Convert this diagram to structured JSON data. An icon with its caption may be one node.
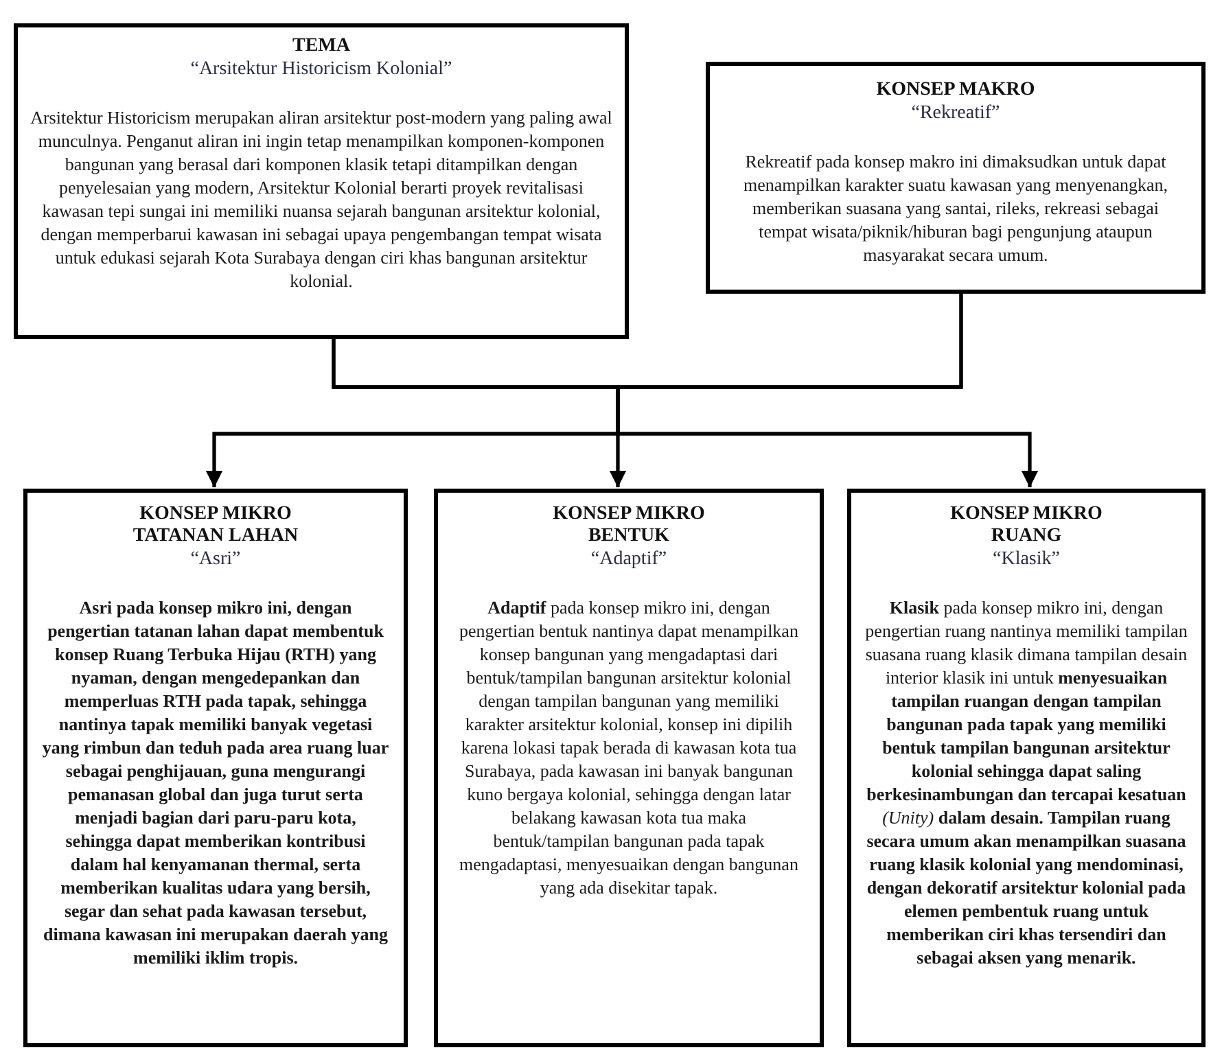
{
  "diagram": {
    "nodes": [
      {
        "text": [
          "TEMA",
          "“Arsitektur Historicism Kolonial”",
          "Arsitektur Historicism merupakan aliran arsitektur post-modern yang paling awal munculnya. Penganut aliran ini ingin tetap menampilkan komponen-komponen bangunan yang berasal dari komponen klasik tetapi ditampilkan dengan penyelesaian yang modern, Arsitektur Kolonial berarti proyek revitalisasi kawasan tepi sungai ini memiliki nuansa sejarah bangunan arsitektur kolonial, dengan memperbarui kawasan ini sebagai upaya pengembangan tempat wisata untuk edukasi sejarah Kota Surabaya dengan ciri khas bangunan arsitektur kolonial."
        ]
      },
      {
        "text": [
          "KONSEP MAKRO",
          "“Rekreatif”",
          "Rekreatif pada konsep makro ini dimaksudkan untuk dapat menampilkan karakter suatu kawasan yang menyenangkan, memberikan suasana yang santai, rileks, rekreasi sebagai tempat wisata/piknik/hiburan bagi pengunjung ataupun masyarakat secara umum."
        ]
      },
      {
        "text": [
          "KONSEP MIKRO TATANAN LAHAN",
          "“Asri”",
          "Asri pada konsep mikro ini, dengan pengertian tatanan lahan dapat membentuk konsep Ruang Terbuka Hijau (RTH) yang nyaman, dengan mengedepankan dan memperluas RTH pada tapak, sehingga nantinya tapak memiliki banyak vegetasi yang rimbun dan teduh pada area ruang luar sebagai penghijauan, guna mengurangi pemanasan global dan juga turut serta menjadi bagian dari paru-paru kota, sehingga dapat memberikan kontribusi dalam hal kenyamanan thermal, serta memberikan kualitas udara yang bersih, segar dan sehat pada kawasan tersebut, dimana kawasan ini merupakan daerah yang memiliki iklim tropis."
        ]
      },
      {
        "text": [
          "KONSEP MIKRO BENTUK",
          "“Adaptif”",
          "**Adaptif** pada konsep mikro ini, dengan pengertian bentuk nantinya dapat menampilkan konsep bangunan yang mengadaptasi dari bentuk/tampilan bangunan arsitektur kolonial dengan tampilan bangunan yang memiliki karakter arsitektur kolonial, konsep ini dipilih karena lokasi tapak berada di kawasan kota tua Surabaya, pada kawasan ini banyak bangunan kuno bergaya kolonial, sehingga dengan latar belakang kawasan kota tua maka bentuk/tampilan bangunan pada tapak mengadaptasi, menyesuaikan dengan bangunan yang ada disekitar tapak."
        ]
      },
      {
        "text": [
          "KONSEP MIKRO RUANG",
          "“Klasik”",
          "**Klasik** pada konsep mikro ini, dengan pengertian ruang nantinya memiliki tampilan suasana ruang klasik dimana tampilan desain interior klasik ini untuk **menyesuaikan tampilan ruangan dengan tampilan bangunan pada tapak yang memiliki bentuk tampilan bangunan arsitektur kolonial sehingga dapat saling berkesinambungan dan tercapai kesatuan** *(Unity)* **dalam desain. Tampilan ruang secara umum akan menampilkan suasana ruang klasik kolonial yang mendominasi, dengan dekoratif arsitektur kolonial pada elemen pembentuk ruang untuk memberikan ciri khas tersendiri dan sebagai aksen yang menarik.**"
        ]
      }
    ],
    "edges": [
      {
        "from": 0,
        "to": 2,
        "arrow": "to"
      },
      {
        "from": 0,
        "to": 3,
        "arrow": "to"
      },
      {
        "from": 0,
        "to": 4,
        "arrow": "to"
      },
      {
        "from": 1,
        "to": 2,
        "arrow": "to"
      },
      {
        "from": 1,
        "to": 3,
        "arrow": "to"
      },
      {
        "from": 1,
        "to": 4,
        "arrow": "to"
      }
    ]
  }
}
